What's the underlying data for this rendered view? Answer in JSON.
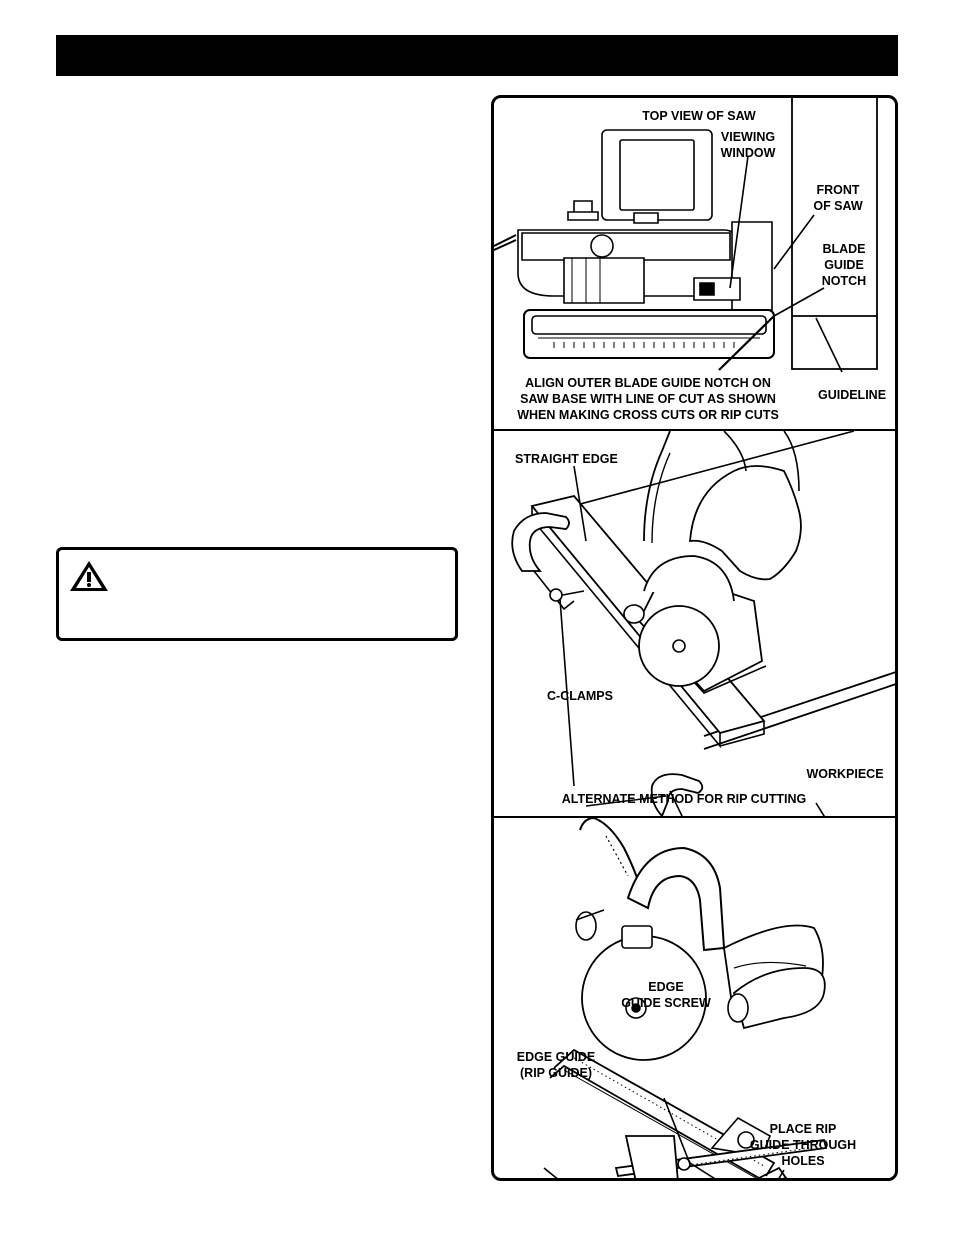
{
  "header": {
    "title": ""
  },
  "warning": {
    "icon": "warning-triangle-icon",
    "text": ""
  },
  "figures": {
    "top_view": {
      "title": "TOP VIEW OF SAW",
      "viewing_window": "VIEWING\nWINDOW",
      "front_of_saw": "FRONT\nOF SAW",
      "blade_guide_notch": "BLADE\nGUIDE\nNOTCH",
      "guideline": "GUIDELINE",
      "caption": "ALIGN OUTER BLADE GUIDE NOTCH ON\nSAW BASE WITH LINE OF CUT AS SHOWN\nWHEN MAKING CROSS CUTS OR RIP CUTS"
    },
    "rip_cutting": {
      "straight_edge": "STRAIGHT EDGE",
      "c_clamps": "C-CLAMPS",
      "workpiece": "WORKPIECE",
      "caption": "ALTERNATE METHOD FOR RIP CUTTING"
    },
    "edge_guide": {
      "edge_guide_screw": "EDGE\nGUIDE SCREW",
      "edge_guide": "EDGE GUIDE\n(RIP GUIDE)",
      "place_rip_guide": "PLACE RIP\nGUIDE THROUGH\nHOLES"
    }
  }
}
